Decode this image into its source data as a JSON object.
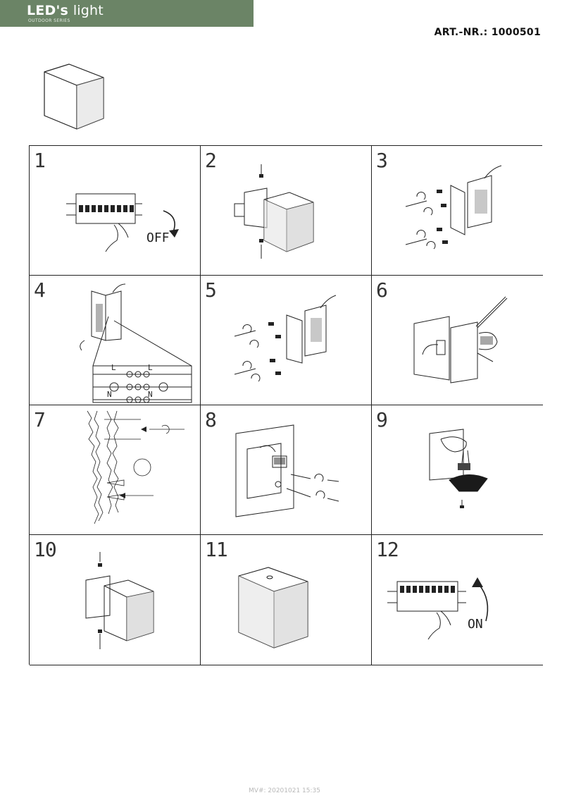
{
  "header": {
    "brand_main": "LED's",
    "brand_light": "light",
    "brand_sub": "OUTDOOR SERIES",
    "article_number": "ART.-NR.: 1000501",
    "brand_color": "#6b8466"
  },
  "steps": [
    {
      "number": "1",
      "label": "OFF"
    },
    {
      "number": "2"
    },
    {
      "number": "3"
    },
    {
      "number": "4",
      "terminal_labels": [
        "L",
        "L",
        "N",
        "N"
      ]
    },
    {
      "number": "5"
    },
    {
      "number": "6"
    },
    {
      "number": "7"
    },
    {
      "number": "8"
    },
    {
      "number": "9"
    },
    {
      "number": "10"
    },
    {
      "number": "11"
    },
    {
      "number": "12",
      "label": "ON"
    }
  ],
  "footer": {
    "version": "MV#: 20201021 15:35"
  }
}
